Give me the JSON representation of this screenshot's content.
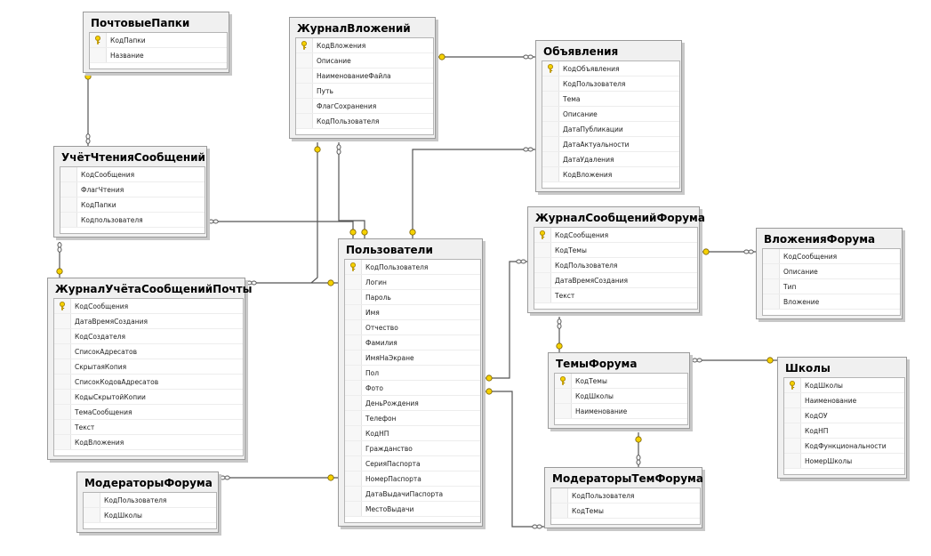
{
  "tables": [
    {
      "id": "pochtovye",
      "title": "ПочтовыеПапки",
      "fields": [
        {
          "name": "КодПапки",
          "pk": true
        },
        {
          "name": "Название",
          "pk": false
        }
      ]
    },
    {
      "id": "zhurnal_vlozh",
      "title": "ЖурналВложений",
      "fields": [
        {
          "name": "КодВложения",
          "pk": true
        },
        {
          "name": "Описание",
          "pk": false
        },
        {
          "name": "НаименованиеФайла",
          "pk": false
        },
        {
          "name": "Путь",
          "pk": false
        },
        {
          "name": "ФлагСохранения",
          "pk": false
        },
        {
          "name": "КодПользователя",
          "pk": false
        }
      ]
    },
    {
      "id": "obyavleniya",
      "title": "Объявления",
      "fields": [
        {
          "name": "КодОбъявления",
          "pk": true
        },
        {
          "name": "КодПользователя",
          "pk": false
        },
        {
          "name": "Тема",
          "pk": false
        },
        {
          "name": "Описание",
          "pk": false
        },
        {
          "name": "ДатаПубликации",
          "pk": false
        },
        {
          "name": "ДатаАктуальности",
          "pk": false
        },
        {
          "name": "ДатаУдаления",
          "pk": false
        },
        {
          "name": "КодВложения",
          "pk": false
        }
      ]
    },
    {
      "id": "uchet_chteniya",
      "title": "УчётЧтенияСообщений",
      "fields": [
        {
          "name": "КодСообщения",
          "pk": false
        },
        {
          "name": "ФлагЧтения",
          "pk": false
        },
        {
          "name": "КодПапки",
          "pk": false
        },
        {
          "name": "Кодпользователя",
          "pk": false
        }
      ]
    },
    {
      "id": "zhurnal_soobsh_forum",
      "title": "ЖурналСообщенийФорума",
      "fields": [
        {
          "name": "КодСообщения",
          "pk": true
        },
        {
          "name": "КодТемы",
          "pk": false
        },
        {
          "name": "КодПользователя",
          "pk": false
        },
        {
          "name": "ДатаВремяСоздания",
          "pk": false
        },
        {
          "name": "Текст",
          "pk": false
        }
      ]
    },
    {
      "id": "vlozheniya_forum",
      "title": "ВложенияФорума",
      "fields": [
        {
          "name": "КодСообщения",
          "pk": false
        },
        {
          "name": "Описание",
          "pk": false
        },
        {
          "name": "Тип",
          "pk": false
        },
        {
          "name": "Вложение",
          "pk": false
        }
      ]
    },
    {
      "id": "polzovateli",
      "title": "Пользователи",
      "fields": [
        {
          "name": "КодПользователя",
          "pk": true
        },
        {
          "name": "Логин",
          "pk": false
        },
        {
          "name": "Пароль",
          "pk": false
        },
        {
          "name": "Имя",
          "pk": false
        },
        {
          "name": "Отчество",
          "pk": false
        },
        {
          "name": "Фамилия",
          "pk": false
        },
        {
          "name": "ИмяНаЭкране",
          "pk": false
        },
        {
          "name": "Пол",
          "pk": false
        },
        {
          "name": "Фото",
          "pk": false
        },
        {
          "name": "ДеньРождения",
          "pk": false
        },
        {
          "name": "Телефон",
          "pk": false
        },
        {
          "name": "КодНП",
          "pk": false
        },
        {
          "name": "Гражданство",
          "pk": false
        },
        {
          "name": "СерияПаспорта",
          "pk": false
        },
        {
          "name": "НомерПаспорта",
          "pk": false
        },
        {
          "name": "ДатаВыдачиПаспорта",
          "pk": false
        },
        {
          "name": "МестоВыдачи",
          "pk": false
        }
      ]
    },
    {
      "id": "zhurnal_ucheta",
      "title": "ЖурналУчётаСообщенийПочты",
      "fields": [
        {
          "name": "КодСообщения",
          "pk": true
        },
        {
          "name": "ДатаВремяСоздания",
          "pk": false
        },
        {
          "name": "КодСоздателя",
          "pk": false
        },
        {
          "name": "СписокАдресатов",
          "pk": false
        },
        {
          "name": "СкрытаяКопия",
          "pk": false
        },
        {
          "name": "СписокКодовАдресатов",
          "pk": false
        },
        {
          "name": "КодыСкрытойКопии",
          "pk": false
        },
        {
          "name": "ТемаСообщения",
          "pk": false
        },
        {
          "name": "Текст",
          "pk": false
        },
        {
          "name": "КодВложения",
          "pk": false
        }
      ]
    },
    {
      "id": "temy_forum",
      "title": "ТемыФорума",
      "fields": [
        {
          "name": "КодТемы",
          "pk": true
        },
        {
          "name": "КодШколы",
          "pk": false
        },
        {
          "name": "Наименование",
          "pk": false
        }
      ]
    },
    {
      "id": "shkoly",
      "title": "Школы",
      "fields": [
        {
          "name": "КодШколы",
          "pk": true
        },
        {
          "name": "Наименование",
          "pk": false
        },
        {
          "name": "КодОУ",
          "pk": false
        },
        {
          "name": "КодНП",
          "pk": false
        },
        {
          "name": "КодФункциональности",
          "pk": false
        },
        {
          "name": "НомерШколы",
          "pk": false
        }
      ]
    },
    {
      "id": "moderatory_forum",
      "title": "МодераторыФорума",
      "fields": [
        {
          "name": "КодПользователя",
          "pk": false
        },
        {
          "name": "КодШколы",
          "pk": false
        }
      ]
    },
    {
      "id": "moderatory_tem",
      "title": "МодераторыТемФорума",
      "fields": [
        {
          "name": "КодПользователя",
          "pk": false
        },
        {
          "name": "КодТемы",
          "pk": false
        }
      ]
    }
  ],
  "colors": {
    "connector": "#555555",
    "key": "#e6c200",
    "box_bg": "#f0f0f0",
    "box_border": "#9a9a9a"
  }
}
